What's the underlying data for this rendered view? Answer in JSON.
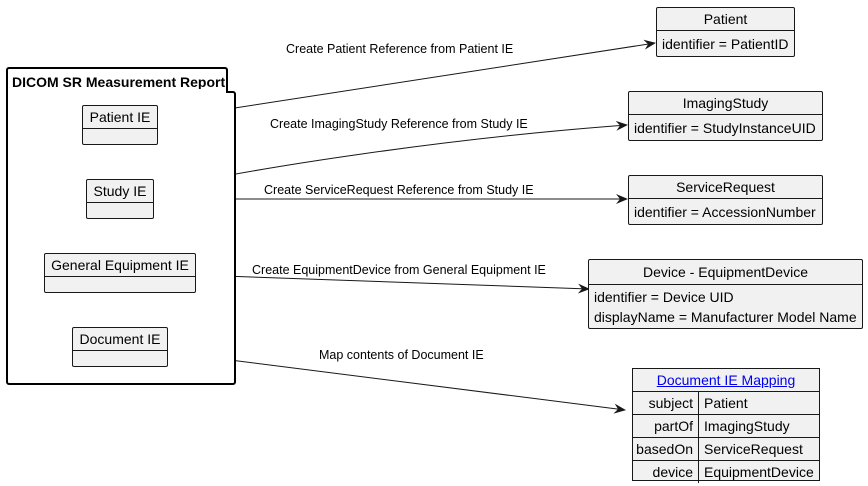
{
  "package": {
    "title": "DICOM SR Measurement Report"
  },
  "ies": {
    "patient": "Patient IE",
    "study": "Study IE",
    "equipment": "General Equipment IE",
    "document": "Document IE"
  },
  "resources": {
    "patient": {
      "title": "Patient",
      "lines": [
        "identifier = PatientID"
      ]
    },
    "imaging_study": {
      "title": "ImagingStudy",
      "lines": [
        "identifier = StudyInstanceUID"
      ]
    },
    "service_request": {
      "title": "ServiceRequest",
      "lines": [
        "identifier = AccessionNumber"
      ]
    },
    "device": {
      "title": "Device - EquipmentDevice",
      "lines": [
        "identifier = Device UID",
        "displayName = Manufacturer Model Name"
      ]
    }
  },
  "edges": {
    "patient": "Create Patient Reference from Patient IE",
    "imaging_study": "Create ImagingStudy Reference from Study IE",
    "service_request": "Create ServiceRequest Reference from Study IE",
    "device": "Create EquipmentDevice from General Equipment IE",
    "document": "Map contents of Document IE"
  },
  "mapping": {
    "title": "Document IE Mapping",
    "rows": [
      {
        "key": "subject",
        "value": "Patient"
      },
      {
        "key": "partOf",
        "value": "ImagingStudy"
      },
      {
        "key": "basedOn",
        "value": "ServiceRequest"
      },
      {
        "key": "device",
        "value": "EquipmentDevice"
      }
    ]
  },
  "colors": {
    "node_fill": "#f1f1f1",
    "border": "#181818",
    "link": "#0000ee"
  }
}
